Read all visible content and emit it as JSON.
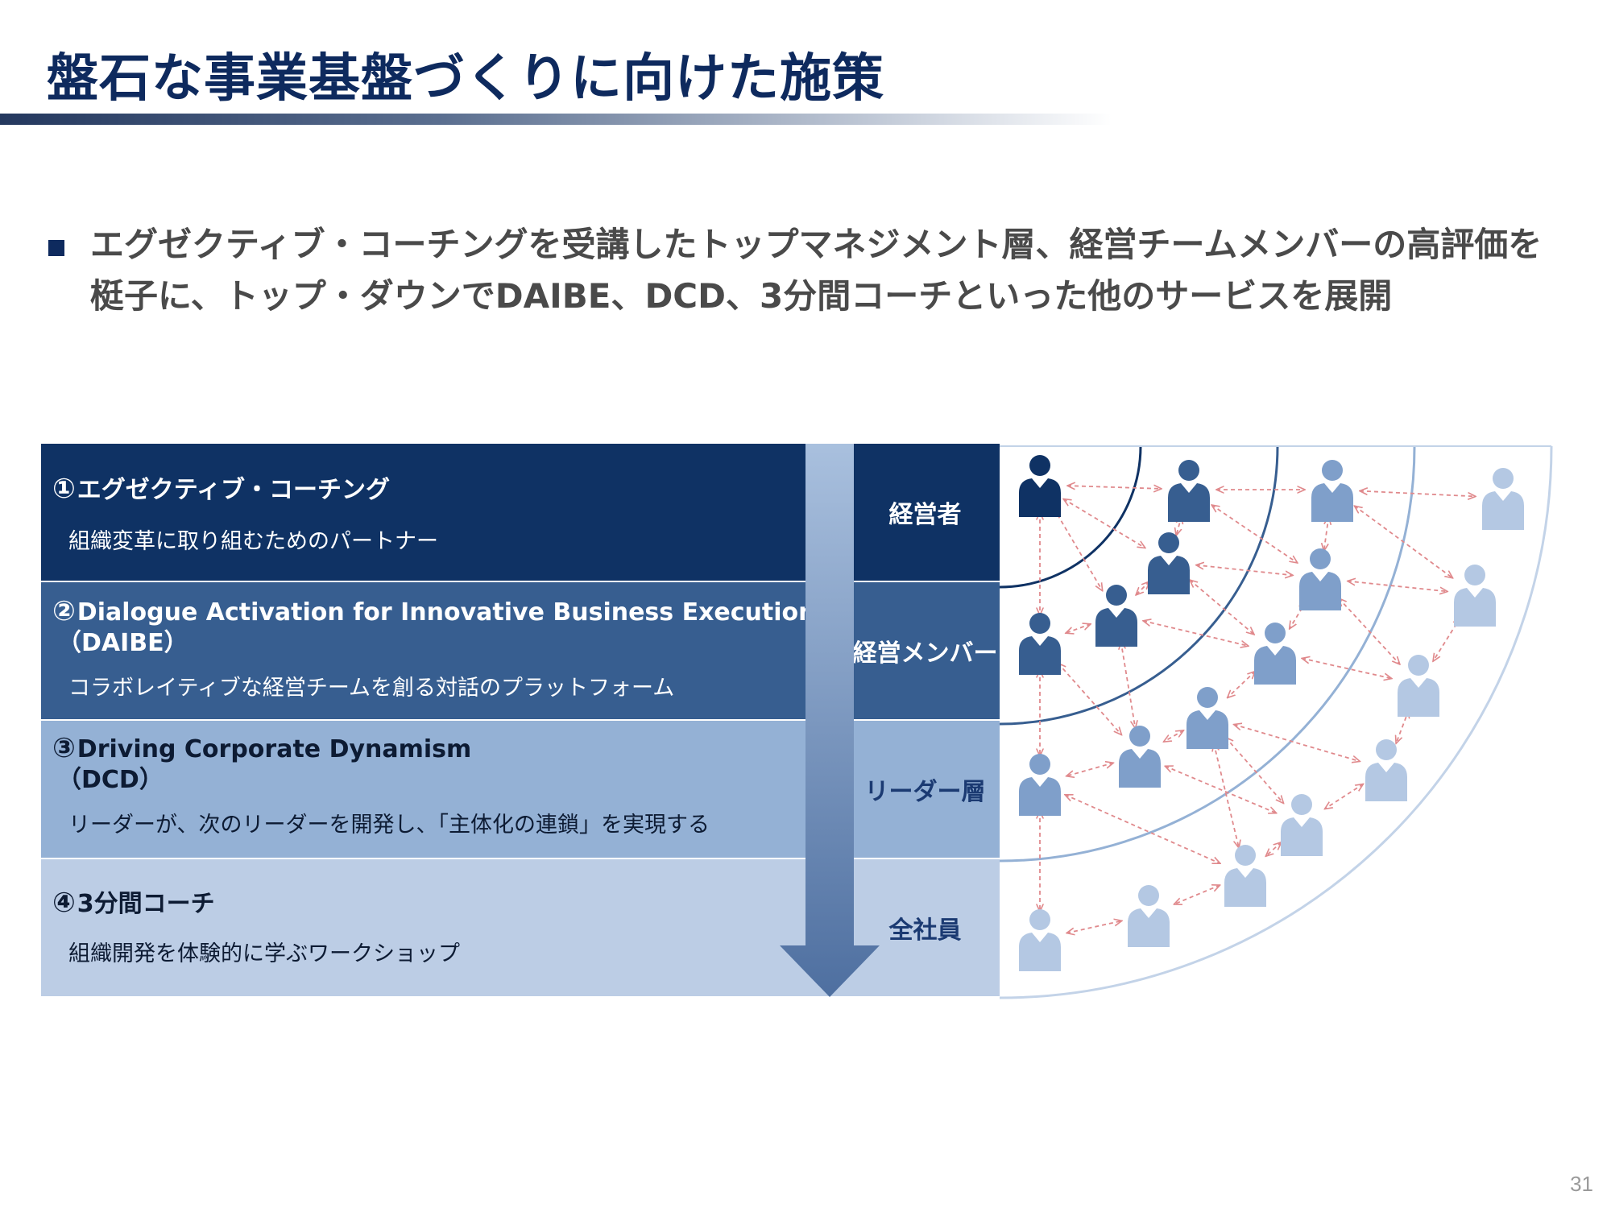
{
  "slide": {
    "title": "盤石な事業基盤づくりに向けた施策",
    "page_number": "31"
  },
  "bullet": {
    "line1": "エグゼクティブ・コーチングを受講したトップマネジメント層、経営チームメンバーの高評価を",
    "line2": "梃子に、トップ・ダウンでDAIBE、DCD、3分間コーチといった他のサービスを展開"
  },
  "services": [
    {
      "number": "①",
      "title": "エグゼクティブ・コーチング",
      "subtitle": "",
      "description": "組織変革に取り組むためのパートナー",
      "level": "経営者"
    },
    {
      "number": "②",
      "title": "Dialogue Activation for Innovative Business Execution",
      "subtitle": "（DAIBE）",
      "description": "コラボレイティブな経営チームを創る対話のプラットフォーム",
      "level": "経営メンバー"
    },
    {
      "number": "③",
      "title": "Driving Corporate Dynamism",
      "subtitle": "（DCD）",
      "description": "リーダーが、次のリーダーを開発し、「主体化の連鎖」を実現する",
      "level": "リーダー層"
    },
    {
      "number": "④",
      "title": "3分間コーチ",
      "subtitle": "",
      "description": "組織開発を体験的に学ぶワークショップ",
      "level": "全社員"
    }
  ],
  "colors": {
    "tier1": "#0f3264",
    "tier2": "#375e90",
    "tier3": "#94b1d5",
    "tier4": "#bccde5",
    "title": "#0e2a5e",
    "connector": "#e0898c"
  },
  "icons": {
    "person": "person-silhouette-icon",
    "bullet": "square-bullet-icon",
    "arrow": "down-arrow-icon"
  }
}
